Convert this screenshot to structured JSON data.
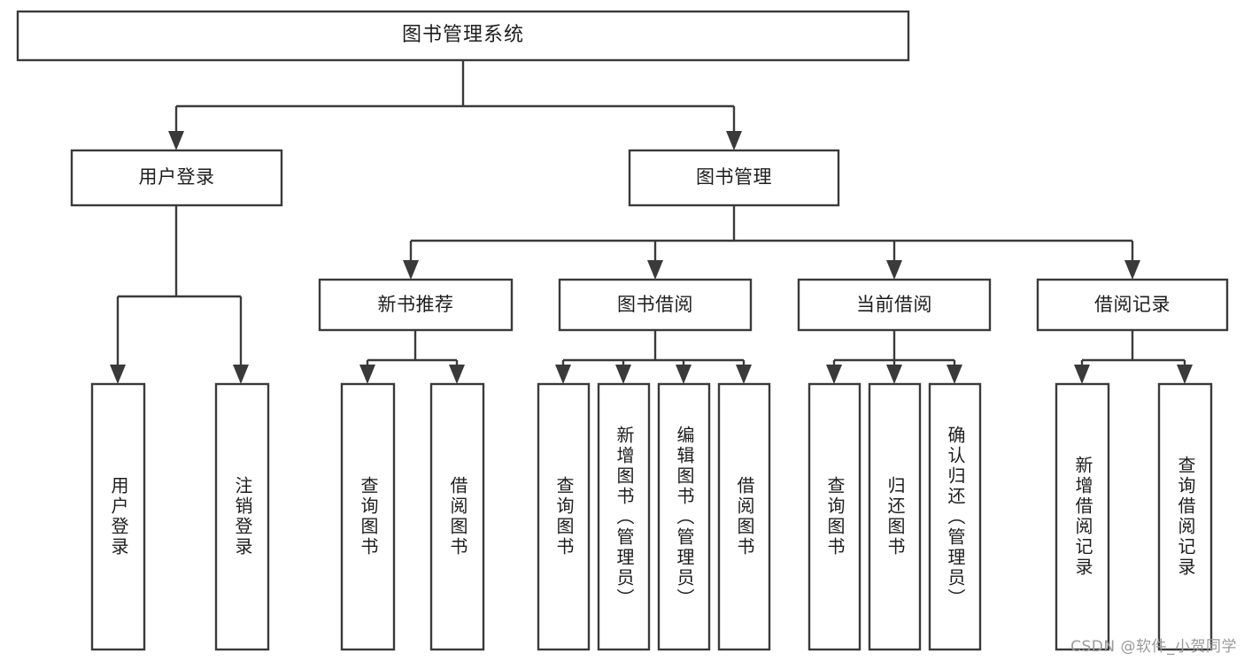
{
  "diagram": {
    "type": "tree-hierarchy",
    "title": "图书管理系统",
    "watermark": "CSDN @软件_小贺同学",
    "colors": {
      "box_stroke": "#3a3a3a",
      "box_fill": "#ffffff",
      "connector": "#3a3a3a",
      "text": "#1d1d1d",
      "watermark": "#9a9a9a",
      "background": "#ffffff"
    },
    "root": {
      "id": "root",
      "label": "图书管理系统"
    },
    "level1": [
      {
        "id": "user-login",
        "label": "用户登录"
      },
      {
        "id": "book-manage",
        "label": "图书管理"
      }
    ],
    "level2": [
      {
        "id": "new-book-recommend",
        "label": "新书推荐",
        "parent": "book-manage"
      },
      {
        "id": "book-borrow",
        "label": "图书借阅",
        "parent": "book-manage"
      },
      {
        "id": "current-borrow",
        "label": "当前借阅",
        "parent": "book-manage"
      },
      {
        "id": "borrow-record",
        "label": "借阅记录",
        "parent": "book-manage"
      }
    ],
    "leaves": [
      {
        "id": "leaf-user-login",
        "label": "用户登录",
        "parent": "user-login"
      },
      {
        "id": "leaf-user-logout",
        "label": "注销登录",
        "parent": "user-login"
      },
      {
        "id": "leaf-query-book-1",
        "label": "查询图书",
        "parent": "new-book-recommend"
      },
      {
        "id": "leaf-borrow-book-1",
        "label": "借阅图书",
        "parent": "new-book-recommend"
      },
      {
        "id": "leaf-query-book-2",
        "label": "查询图书",
        "parent": "book-borrow"
      },
      {
        "id": "leaf-add-book",
        "label": "新增图书（管理员）",
        "parent": "book-borrow"
      },
      {
        "id": "leaf-edit-book",
        "label": "编辑图书（管理员）",
        "parent": "book-borrow"
      },
      {
        "id": "leaf-borrow-book-2",
        "label": "借阅图书",
        "parent": "book-borrow"
      },
      {
        "id": "leaf-query-book-3",
        "label": "查询图书",
        "parent": "current-borrow"
      },
      {
        "id": "leaf-return-book",
        "label": "归还图书",
        "parent": "current-borrow"
      },
      {
        "id": "leaf-confirm-return",
        "label": "确认归还（管理员）",
        "parent": "current-borrow"
      },
      {
        "id": "leaf-add-record",
        "label": "新增借阅记录",
        "parent": "borrow-record"
      },
      {
        "id": "leaf-query-record",
        "label": "查询借阅记录",
        "parent": "borrow-record"
      }
    ]
  }
}
